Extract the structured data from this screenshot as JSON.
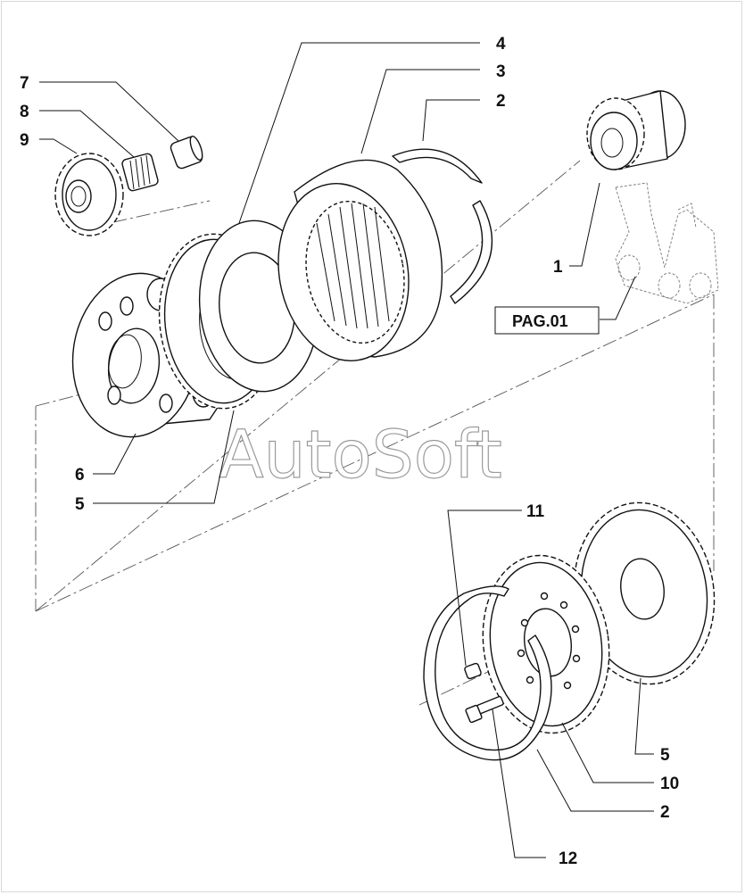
{
  "callouts": [
    {
      "id": "c4",
      "label": "4"
    },
    {
      "id": "c3",
      "label": "3"
    },
    {
      "id": "c2a",
      "label": "2"
    },
    {
      "id": "c7",
      "label": "7"
    },
    {
      "id": "c8",
      "label": "8"
    },
    {
      "id": "c9",
      "label": "9"
    },
    {
      "id": "c1",
      "label": "1"
    },
    {
      "id": "c6",
      "label": "6"
    },
    {
      "id": "c5a",
      "label": "5"
    },
    {
      "id": "c11",
      "label": "11"
    },
    {
      "id": "c5b",
      "label": "5"
    },
    {
      "id": "c10",
      "label": "10"
    },
    {
      "id": "c2b",
      "label": "2"
    },
    {
      "id": "c12",
      "label": "12"
    }
  ],
  "page_reference": {
    "label": "PAG.01"
  },
  "watermark": {
    "text": "AutoSoft"
  },
  "colors": {
    "line": "#111111",
    "background": "#ffffff",
    "watermark_outline": "#9a9a9a"
  }
}
